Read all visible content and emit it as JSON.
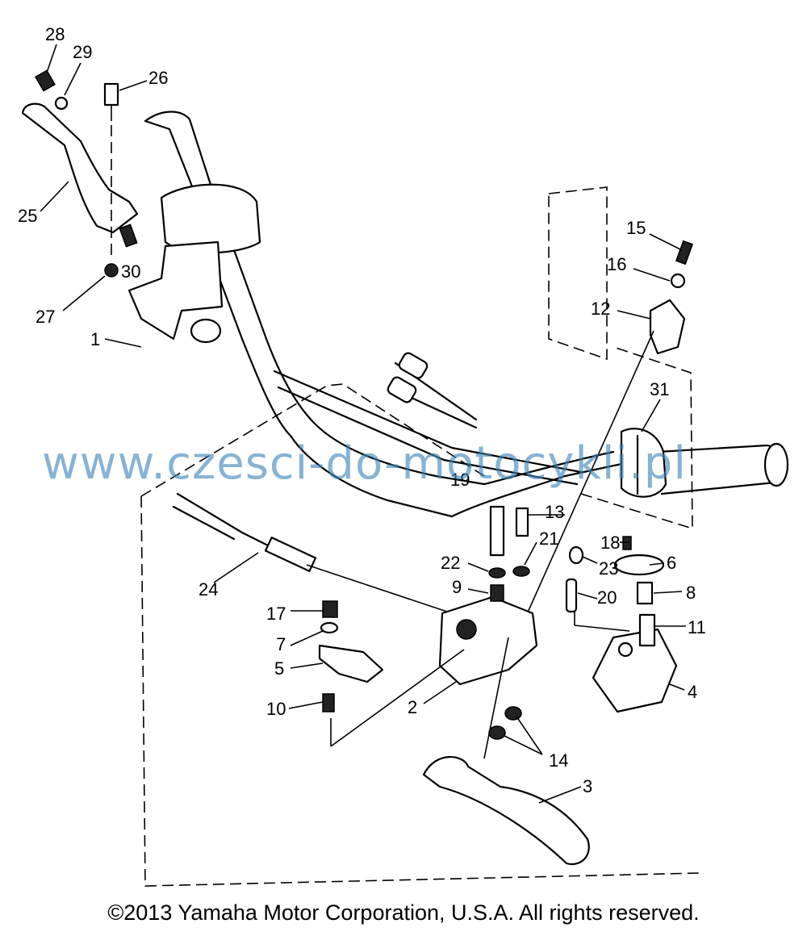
{
  "watermark": "www.czesci-do-motocykli.pl",
  "copyright": "©2013 Yamaha Motor Corporation, U.S.A. All rights reserved.",
  "callouts": [
    {
      "id": "28",
      "label": "28"
    },
    {
      "id": "29",
      "label": "29"
    },
    {
      "id": "26",
      "label": "26"
    },
    {
      "id": "25",
      "label": "25"
    },
    {
      "id": "30",
      "label": "30"
    },
    {
      "id": "27",
      "label": "27"
    },
    {
      "id": "15",
      "label": "15"
    },
    {
      "id": "16",
      "label": "16"
    },
    {
      "id": "12",
      "label": "12"
    },
    {
      "id": "31",
      "label": "31"
    },
    {
      "id": "19",
      "label": "19"
    },
    {
      "id": "13",
      "label": "13"
    },
    {
      "id": "21",
      "label": "21"
    },
    {
      "id": "22",
      "label": "22"
    },
    {
      "id": "9",
      "label": "9"
    },
    {
      "id": "18",
      "label": "18"
    },
    {
      "id": "23",
      "label": "23"
    },
    {
      "id": "6",
      "label": "6"
    },
    {
      "id": "20",
      "label": "20"
    },
    {
      "id": "8",
      "label": "8"
    },
    {
      "id": "11",
      "label": "11"
    },
    {
      "id": "24",
      "label": "24"
    },
    {
      "id": "17",
      "label": "17"
    },
    {
      "id": "7",
      "label": "7"
    },
    {
      "id": "5",
      "label": "5"
    },
    {
      "id": "10",
      "label": "10"
    },
    {
      "id": "1",
      "label": "1"
    },
    {
      "id": "2",
      "label": "2"
    },
    {
      "id": "4",
      "label": "4"
    },
    {
      "id": "14",
      "label": "14"
    },
    {
      "id": "3",
      "label": "3"
    }
  ]
}
